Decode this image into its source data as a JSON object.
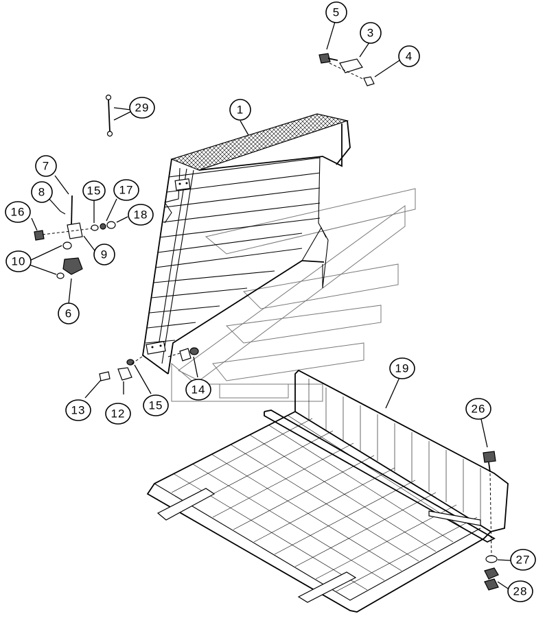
{
  "callouts": [
    {
      "id": "c1",
      "label": "1"
    },
    {
      "id": "c3",
      "label": "3"
    },
    {
      "id": "c4",
      "label": "4"
    },
    {
      "id": "c5",
      "label": "5"
    },
    {
      "id": "c6",
      "label": "6"
    },
    {
      "id": "c7",
      "label": "7"
    },
    {
      "id": "c8",
      "label": "8"
    },
    {
      "id": "c9",
      "label": "9"
    },
    {
      "id": "c10",
      "label": "10"
    },
    {
      "id": "c12",
      "label": "12"
    },
    {
      "id": "c13",
      "label": "13"
    },
    {
      "id": "c14",
      "label": "14"
    },
    {
      "id": "c15a",
      "label": "15"
    },
    {
      "id": "c15b",
      "label": "15"
    },
    {
      "id": "c16",
      "label": "16"
    },
    {
      "id": "c17",
      "label": "17"
    },
    {
      "id": "c18",
      "label": "18"
    },
    {
      "id": "c19",
      "label": "19"
    },
    {
      "id": "c26",
      "label": "26"
    },
    {
      "id": "c27",
      "label": "27"
    },
    {
      "id": "c28",
      "label": "28"
    },
    {
      "id": "c29",
      "label": "29"
    }
  ],
  "colors": {
    "line": "#000000",
    "background": "#ffffff",
    "watermark": "#777777"
  }
}
